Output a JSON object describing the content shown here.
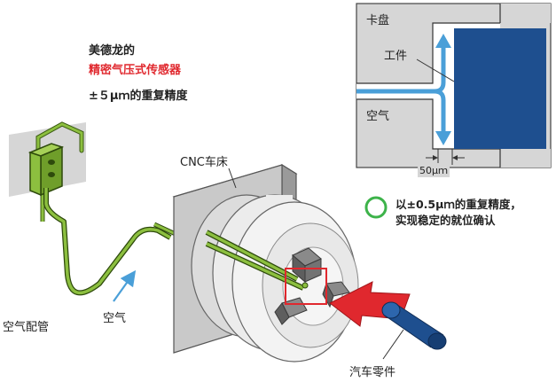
{
  "heading": {
    "brand": "美德龙的",
    "product": "精密气压式传感器",
    "accuracy": "±５μｍ的重复精度"
  },
  "machine": {
    "name": "CNC车床"
  },
  "air_pipe": {
    "label": "空气配管"
  },
  "air_flow": {
    "label": "空气"
  },
  "workpiece": {
    "label": "汽车零件"
  },
  "detail": {
    "chuck": "卡盘",
    "work": "工件",
    "air": "空气",
    "gap": "50μｍ"
  },
  "result": {
    "line1": "以±0.5μｍ的重复精度，",
    "line2": "实现稳定的就位确认"
  },
  "colors": {
    "sensor_green": "#8cbf3f",
    "highlight_red": "#e0282e",
    "air_blue": "#4a9fd8",
    "work_blue": "#1e4f8f",
    "ok_green": "#3db34a"
  }
}
